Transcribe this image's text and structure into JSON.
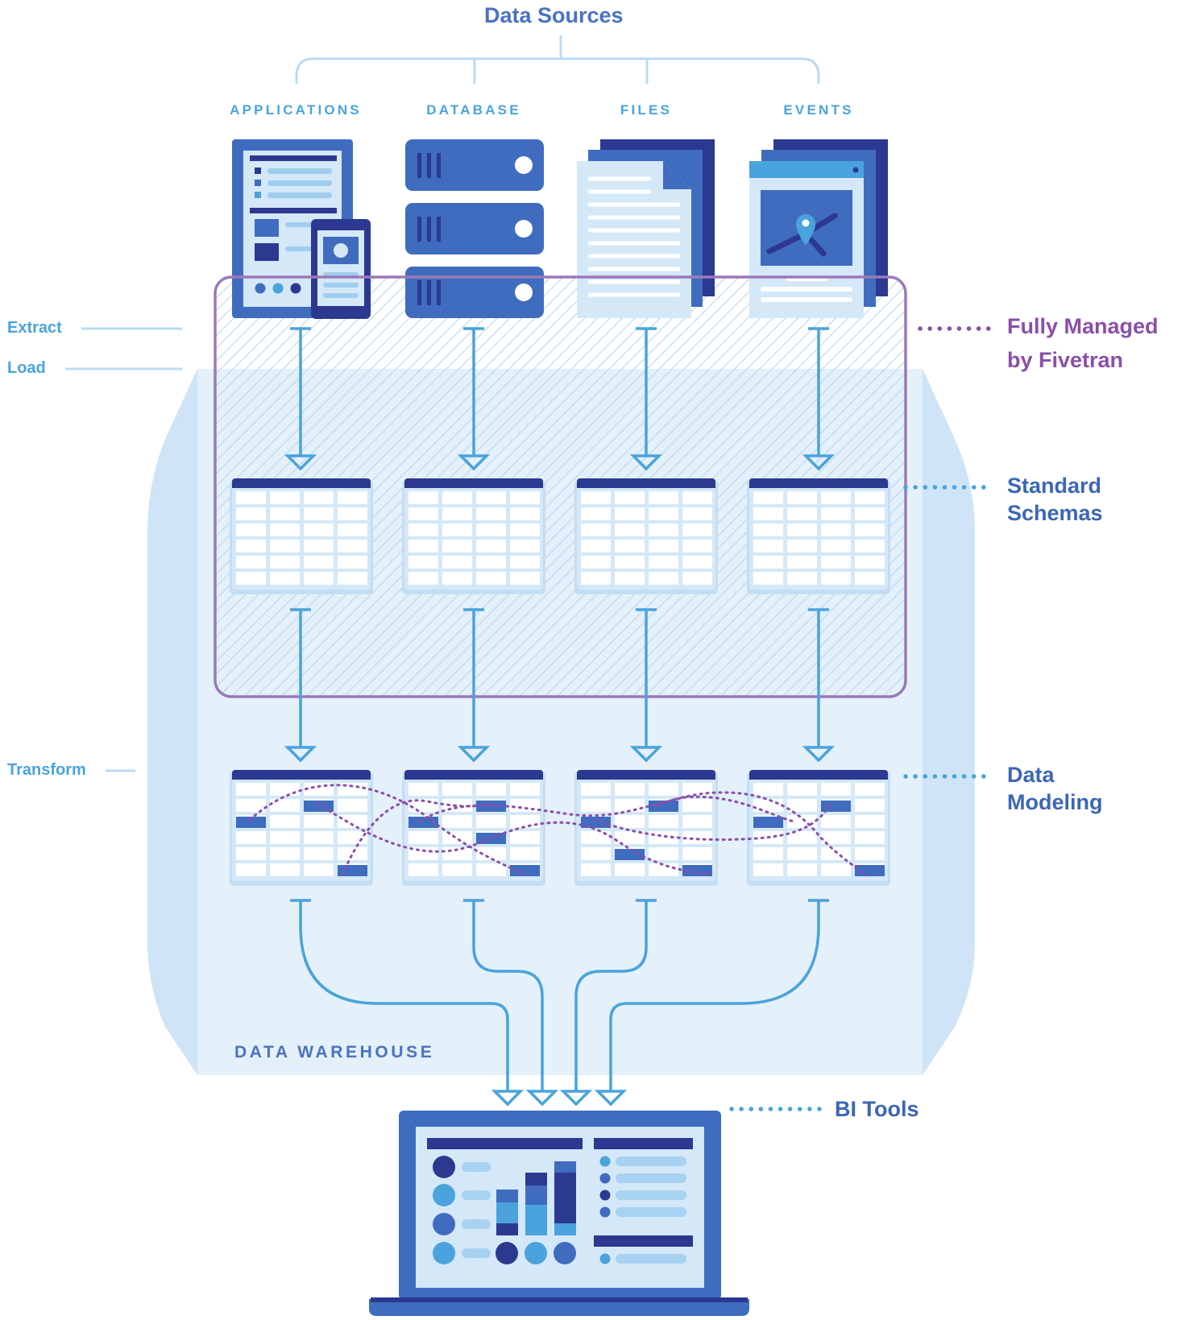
{
  "header": {
    "title": "Data Sources"
  },
  "sources": [
    {
      "label": "APPLICATIONS",
      "icon": "application-devices-icon"
    },
    {
      "label": "DATABASE",
      "icon": "database-servers-icon"
    },
    {
      "label": "FILES",
      "icon": "file-documents-icon"
    },
    {
      "label": "EVENTS",
      "icon": "event-map-window-icon"
    }
  ],
  "stages": {
    "extract": "Extract",
    "load": "Load",
    "transform": "Transform"
  },
  "annotations": {
    "fully_managed_line1": "Fully Managed",
    "fully_managed_line2": "by Fivetran",
    "standard_schemas_line1": "Standard",
    "standard_schemas_line2": "Schemas",
    "data_modeling_line1": "Data",
    "data_modeling_line2": "Modeling",
    "bi_tools": "BI Tools"
  },
  "warehouse": {
    "label": "DATA WAREHOUSE"
  },
  "colors": {
    "navy": "#2b3990",
    "blue": "#3f6cbf",
    "sky": "#4aa3dc",
    "pale": "#d4e8f8",
    "warehouse": "#e3eff9",
    "warehouse_edge": "#cde4f6",
    "purple": "#9b79b9",
    "purple_text": "#8a4fa8"
  },
  "bi_dashboard": {
    "icon": "laptop-dashboard-icon"
  }
}
